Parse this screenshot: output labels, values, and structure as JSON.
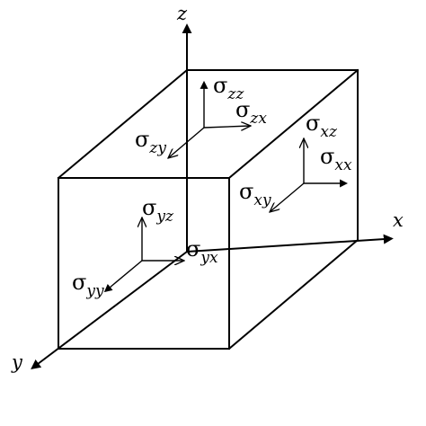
{
  "axes": {
    "x": "x",
    "y": "y",
    "z": "z"
  },
  "stress_labels": {
    "szz": {
      "sigma": "σ",
      "sub": "zz"
    },
    "szx": {
      "sigma": "σ",
      "sub": "zx"
    },
    "szy": {
      "sigma": "σ",
      "sub": "zy"
    },
    "sxz": {
      "sigma": "σ",
      "sub": "xz"
    },
    "sxx": {
      "sigma": "σ",
      "sub": "xx"
    },
    "sxy": {
      "sigma": "σ",
      "sub": "xy"
    },
    "syz": {
      "sigma": "σ",
      "sub": "yz"
    },
    "syx": {
      "sigma": "σ",
      "sub": "yx"
    },
    "syy": {
      "sigma": "σ",
      "sub": "yy"
    }
  }
}
